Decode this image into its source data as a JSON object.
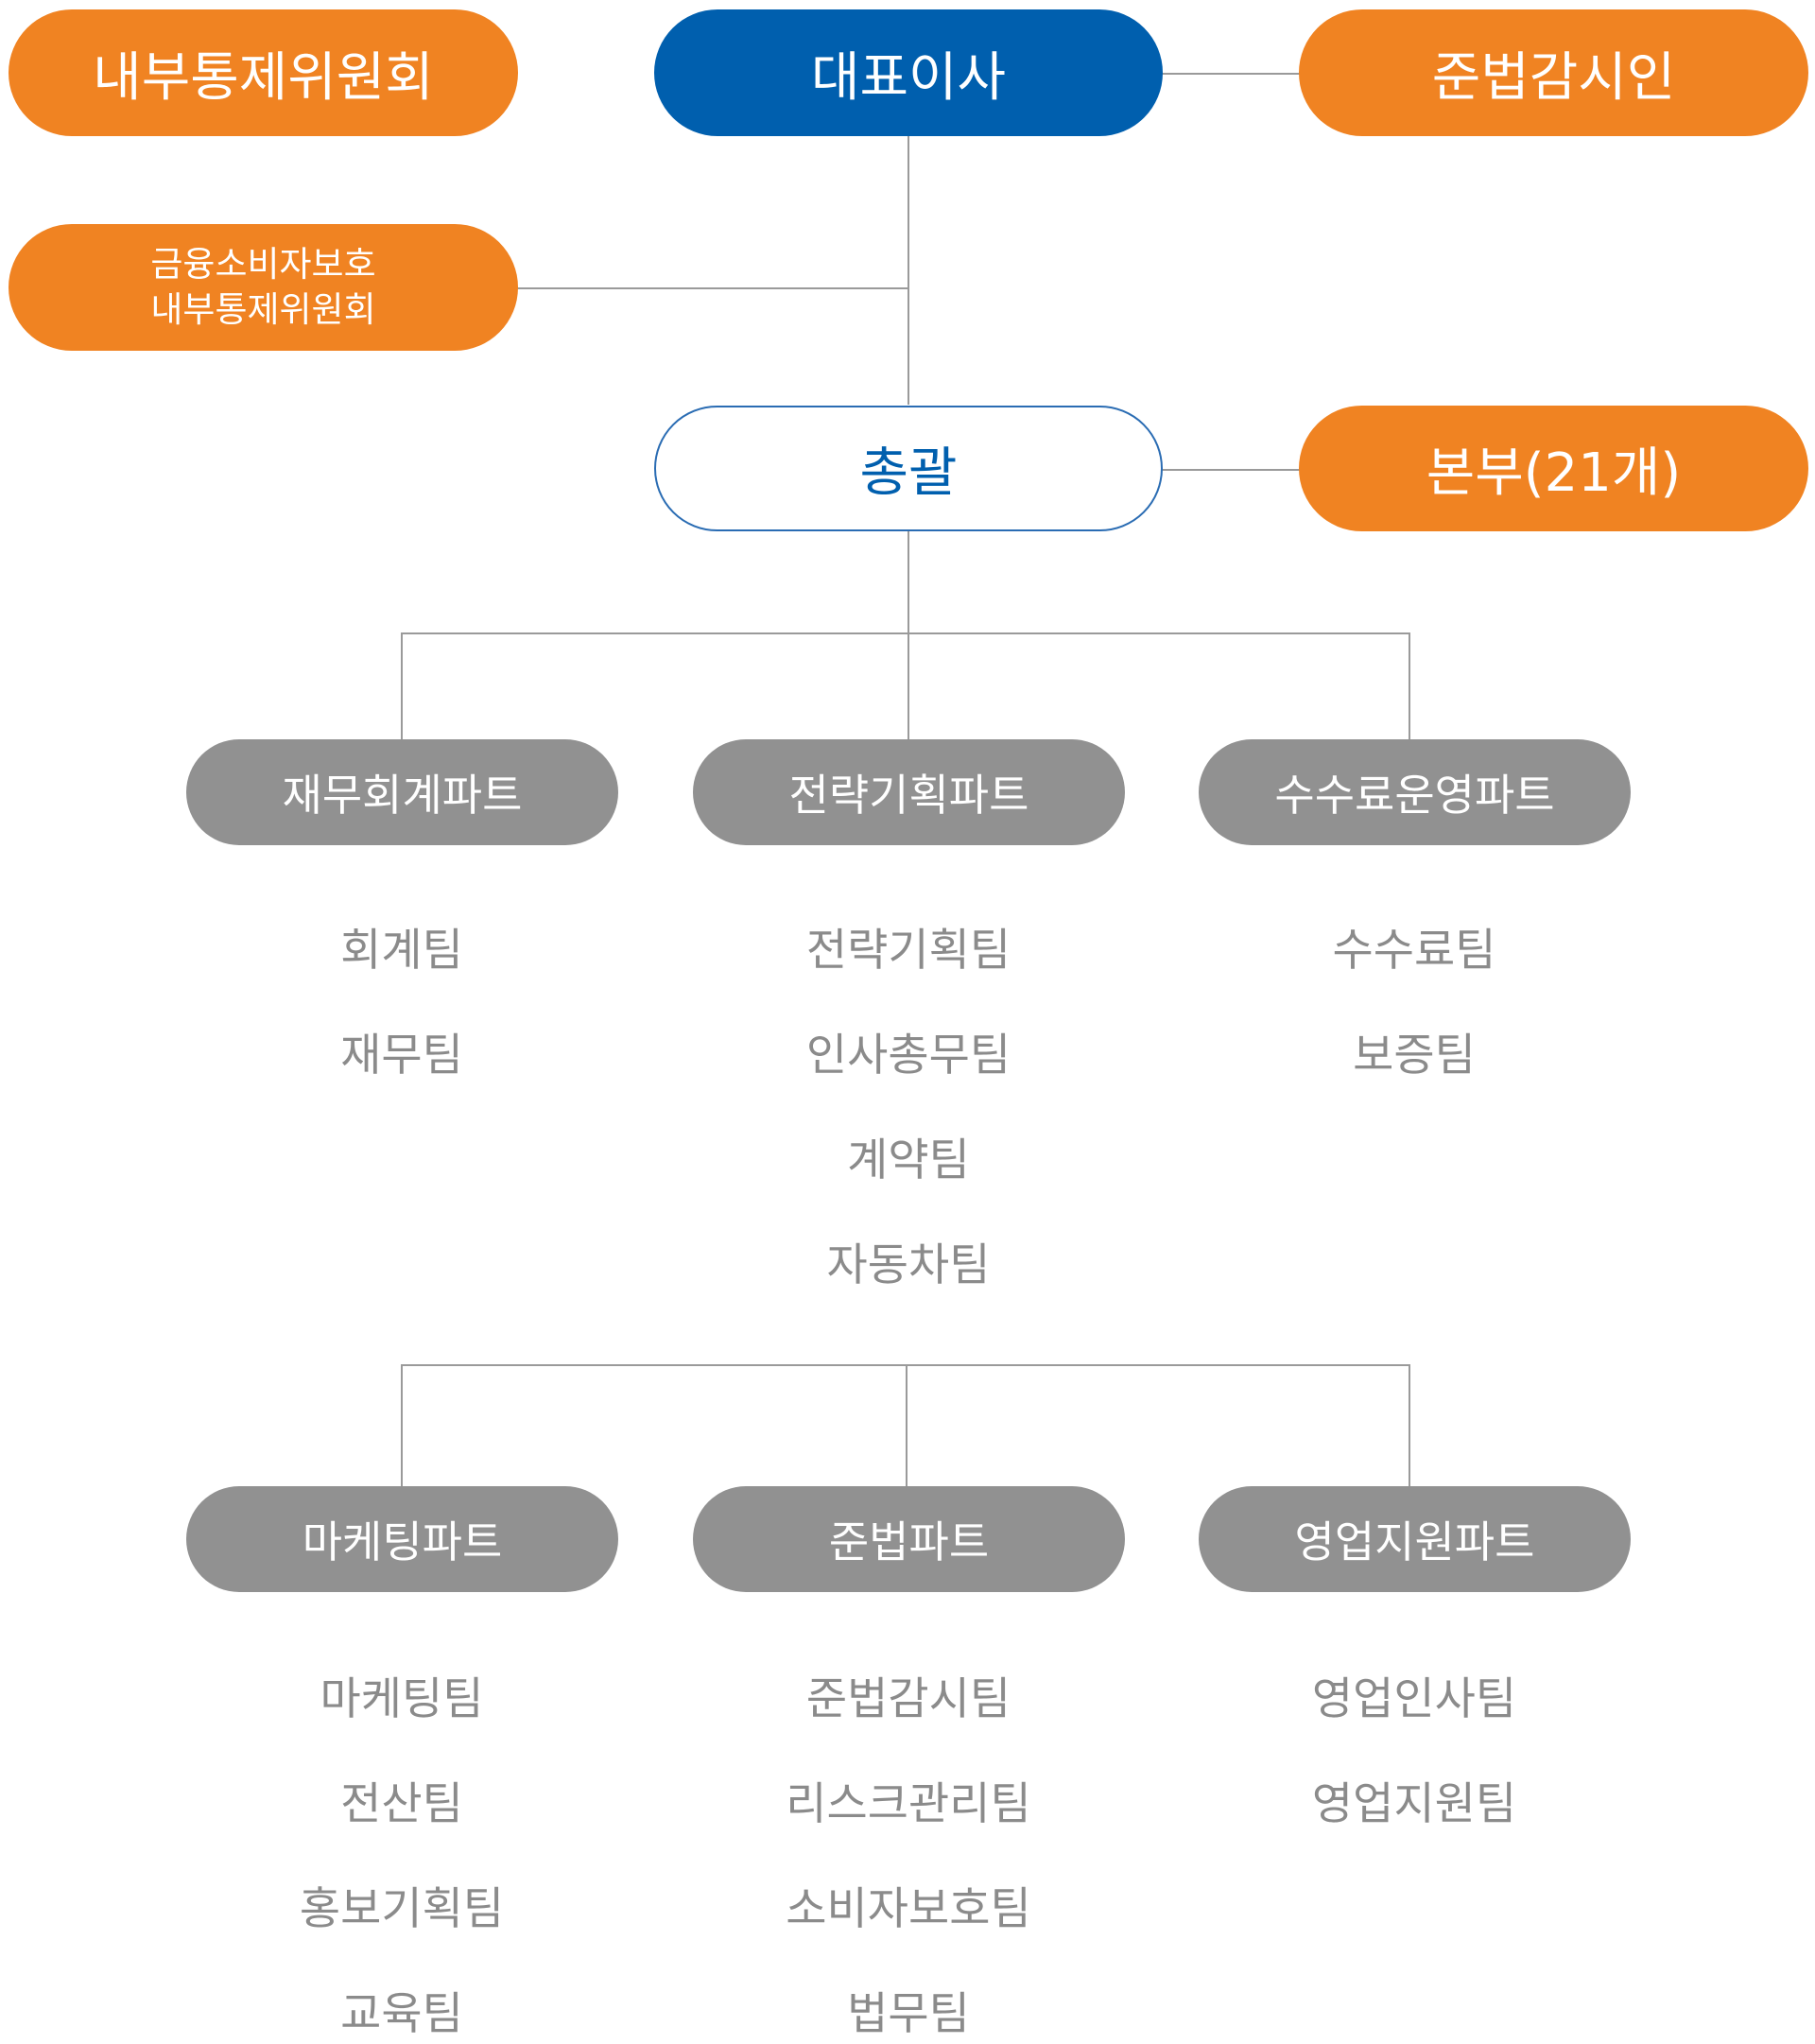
{
  "ceo": "대표이사",
  "internal_control_committee": "내부통제위원회",
  "compliance_officer": "준법감시인",
  "consumer_protection_committee": [
    "금융소비자보호",
    "내부통제위원회"
  ],
  "general": "총괄",
  "branches": "본부(21개)",
  "colors": {
    "orange": "#F08322",
    "blue": "#005FAE",
    "gray": "#919191",
    "team_text": "#8b8b8b",
    "line": "#9a9a9a"
  },
  "parts": [
    {
      "name": "재무회계파트",
      "teams": [
        "회계팀",
        "재무팀"
      ]
    },
    {
      "name": "전략기획파트",
      "teams": [
        "전략기획팀",
        "인사총무팀",
        "계약팀",
        "자동차팀"
      ]
    },
    {
      "name": "수수료운영파트",
      "teams": [
        "수수료팀",
        "보증팀"
      ]
    },
    {
      "name": "마케팅파트",
      "teams": [
        "마케팅팀",
        "전산팀",
        "홍보기획팀",
        "교육팀"
      ]
    },
    {
      "name": "준법파트",
      "teams": [
        "준법감시팀",
        "리스크관리팀",
        "소비자보호팀",
        "법무팀"
      ]
    },
    {
      "name": "영업지원파트",
      "teams": [
        "영업인사팀",
        "영업지원팀"
      ]
    }
  ]
}
